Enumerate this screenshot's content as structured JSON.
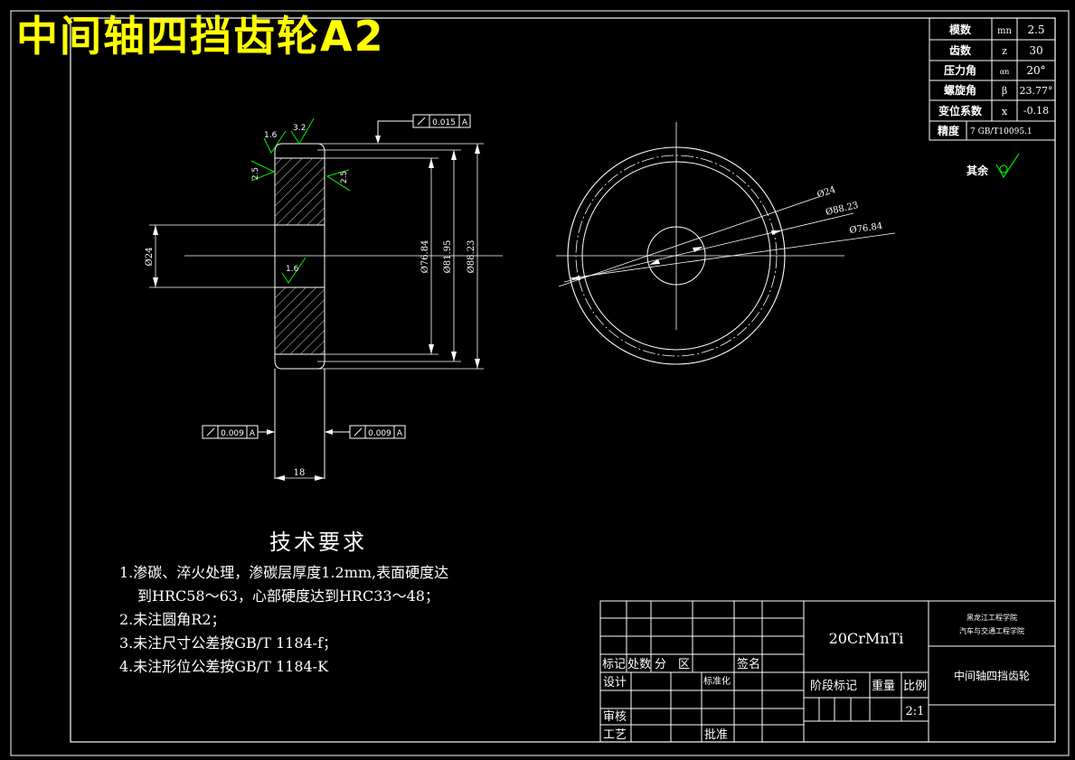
{
  "title": "中间轴四挡齿轮A2",
  "gear_params": [
    {
      "name": "模数",
      "symbol": "mn",
      "value": "2.5"
    },
    {
      "name": "齿数",
      "symbol": "z",
      "value": "30"
    },
    {
      "name": "压力角",
      "symbol": "αn",
      "value": "20°"
    },
    {
      "name": "螺旋角",
      "symbol": "β",
      "value": "23.77°"
    },
    {
      "name": "变位系数",
      "symbol": "x",
      "value": "-0.18"
    },
    {
      "name": "精度",
      "symbol": "",
      "value": "7 GB/T10095.1"
    }
  ],
  "rest_roughness": "其余",
  "roughness_values": {
    "top_a": "1.6",
    "top_b": "3.2",
    "left": "2.5",
    "right": "2.5",
    "bore": "1.6"
  },
  "dimensions": {
    "bore": "Ø24",
    "root": "Ø76.84",
    "pitch": "Ø81.95",
    "tip": "Ø88.23",
    "width": "18",
    "front_bore": "Ø24",
    "front_tip": "Ø88.23",
    "front_root": "Ø76.84"
  },
  "tolerance_frames": {
    "top": {
      "value": "0.015",
      "datum": "A"
    },
    "left": {
      "value": "0.009",
      "datum": "A"
    },
    "right": {
      "value": "0.009",
      "datum": "A"
    }
  },
  "requirements": {
    "heading": "技术要求",
    "line1": "1.渗碳、淬火处理，渗碳层厚度1.2mm,表面硬度达",
    "line1b": "到HRC58～63，心部硬度达到HRC33～48；",
    "line2": "2.未注圆角R2；",
    "line3": "3.未注尺寸公差按GB/T 1184-f；",
    "line4": "4.未注形位公差按GB/T 1184-K"
  },
  "title_block": {
    "material": "20CrMnTi",
    "org_line1": "黑龙江工程学院",
    "org_line2": "汽车与交通工程学院",
    "drawing_name": "中间轴四挡齿轮",
    "mark": "标记",
    "count": "处数",
    "zone": "分　区",
    "sign": "签名",
    "design": "设计",
    "standardize": "标准化",
    "stage_mark": "阶段标记",
    "weight": "重量",
    "scale_label": "比例",
    "scale": "2:1",
    "review": "审核",
    "process": "工艺",
    "approve": "批准"
  }
}
